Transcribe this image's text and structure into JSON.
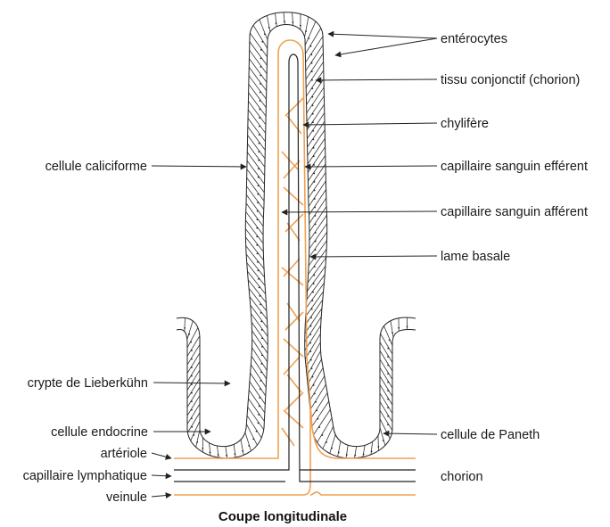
{
  "labels": {
    "enterocytes": "entérocytes",
    "tissu_conjonctif": "tissu conjonctif (chorion)",
    "chylifere": "chylifère",
    "capillaire_efferent": "capillaire sanguin efférent",
    "capillaire_afferent": "capillaire sanguin afférent",
    "lame_basale": "lame basale",
    "cellule_caliciforme": "cellule caliciforme",
    "crypte": "crypte de Lieberkühn",
    "cellule_endocrine": "cellule endocrine",
    "arteriole": "artériole",
    "capillaire_lymphatique": "capillaire lymphatique",
    "veinule": "veinule",
    "cellule_paneth": "cellule de Paneth",
    "chorion": "chorion"
  },
  "caption": "Coupe longitudinale",
  "colors": {
    "vessel": "#f0a050",
    "line": "#222222"
  }
}
